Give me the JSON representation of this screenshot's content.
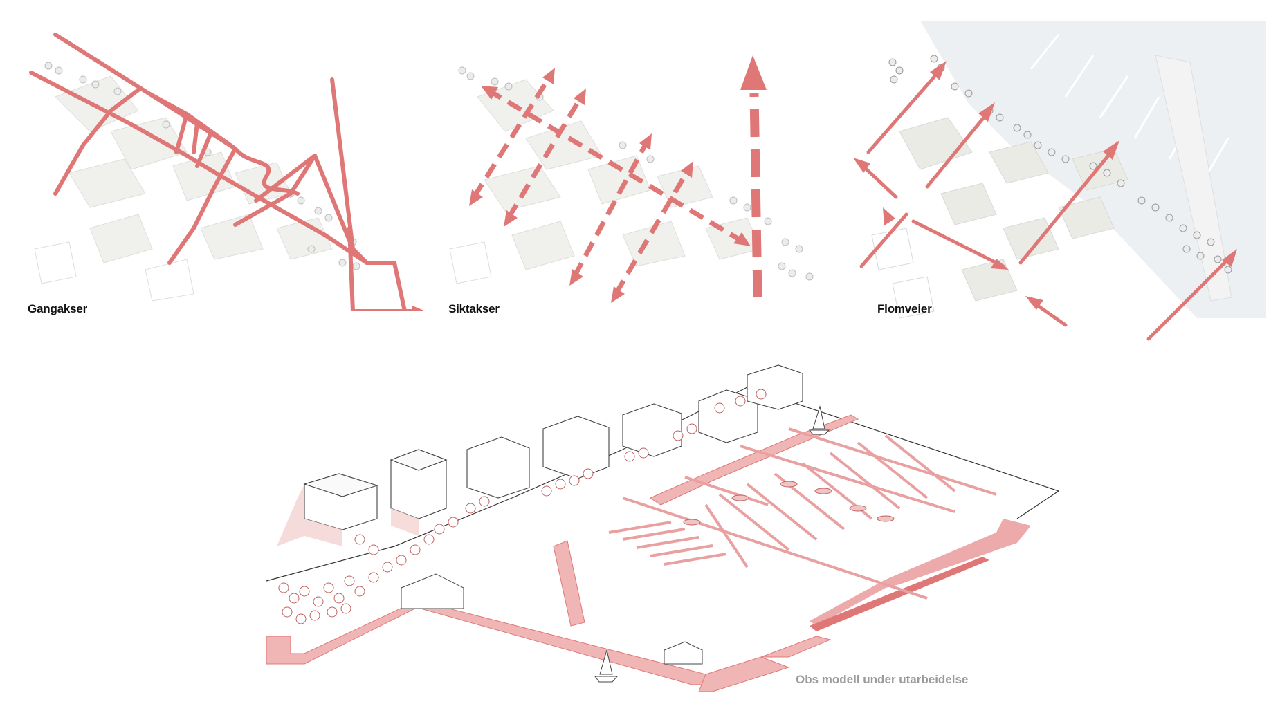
{
  "panels": [
    {
      "id": "walk",
      "caption": "Gangakser"
    },
    {
      "id": "sight",
      "caption": "Siktakser"
    },
    {
      "id": "flood",
      "caption": "Flomveier"
    }
  ],
  "model_note": "Obs modell under utarbeidelse",
  "colors": {
    "accent": "#e07777",
    "accent_light": "#f3c9c9",
    "accent_fill": "#f6d8d8",
    "base_line": "#d9d9d9",
    "building": "#ebebe6",
    "water": "#edf0f2",
    "note_text": "#9a9a9a"
  }
}
